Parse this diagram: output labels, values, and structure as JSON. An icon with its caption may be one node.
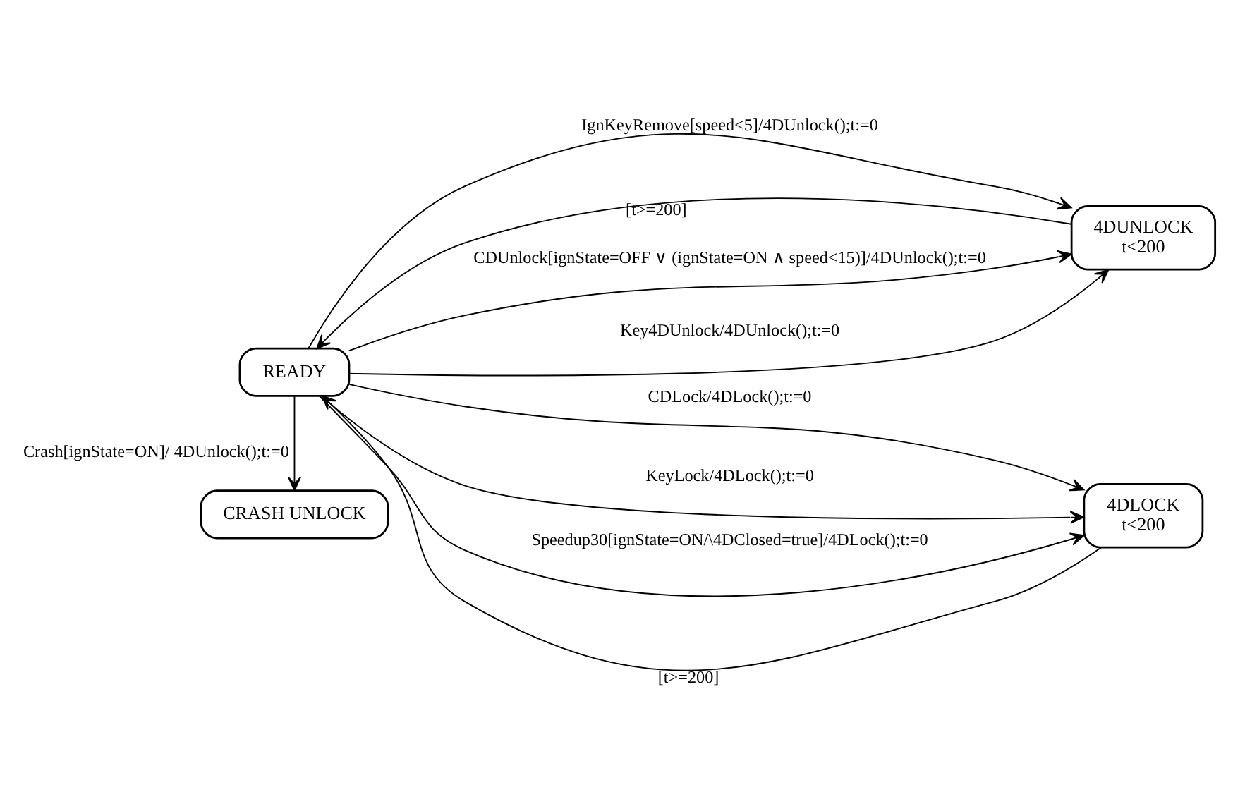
{
  "diagram": {
    "nodes": [
      {
        "text": [
          "CRASH UNLOCK"
        ]
      },
      {
        "text": [
          "4DUNLOCK",
          "t<200"
        ]
      },
      {
        "text": [
          "READY"
        ]
      },
      {
        "text": [
          "4DLOCK",
          "t<200"
        ]
      }
    ],
    "edges": [
      {
        "from": 2,
        "to": 0,
        "arrow": "to",
        "label": "Crash[ignState=ON]/ 4DUnlock();t:=0"
      },
      {
        "from": 1,
        "to": 2,
        "arrow": "to",
        "label": "[t>=200]"
      },
      {
        "from": 2,
        "to": 1,
        "arrow": "to",
        "label": "CDUnlock[ignState=OFF ∨ (ignState=ON ∧ speed<15)]/4DUnlock();t:=0"
      },
      {
        "from": 2,
        "to": 1,
        "arrow": "to",
        "label": "Key4DUnlock/4DUnlock();t:=0"
      },
      {
        "from": 2,
        "to": 1,
        "arrow": "to",
        "label": "IgnKeyRemove[speed<5]/4DUnlock();t:=0"
      },
      {
        "from": 2,
        "to": 3,
        "arrow": "to",
        "label": "CDLock/4DLock();t:=0"
      },
      {
        "from": 2,
        "to": 3,
        "arrow": "to",
        "label": "KeyLock/4DLock();t:=0"
      },
      {
        "from": 2,
        "to": 3,
        "arrow": "to",
        "label": "Speedup30[ignState=ON/\\4DClosed=true]/4DLock();t:=0"
      },
      {
        "from": 3,
        "to": 2,
        "arrow": "to",
        "label": "[t>=200]"
      }
    ]
  }
}
